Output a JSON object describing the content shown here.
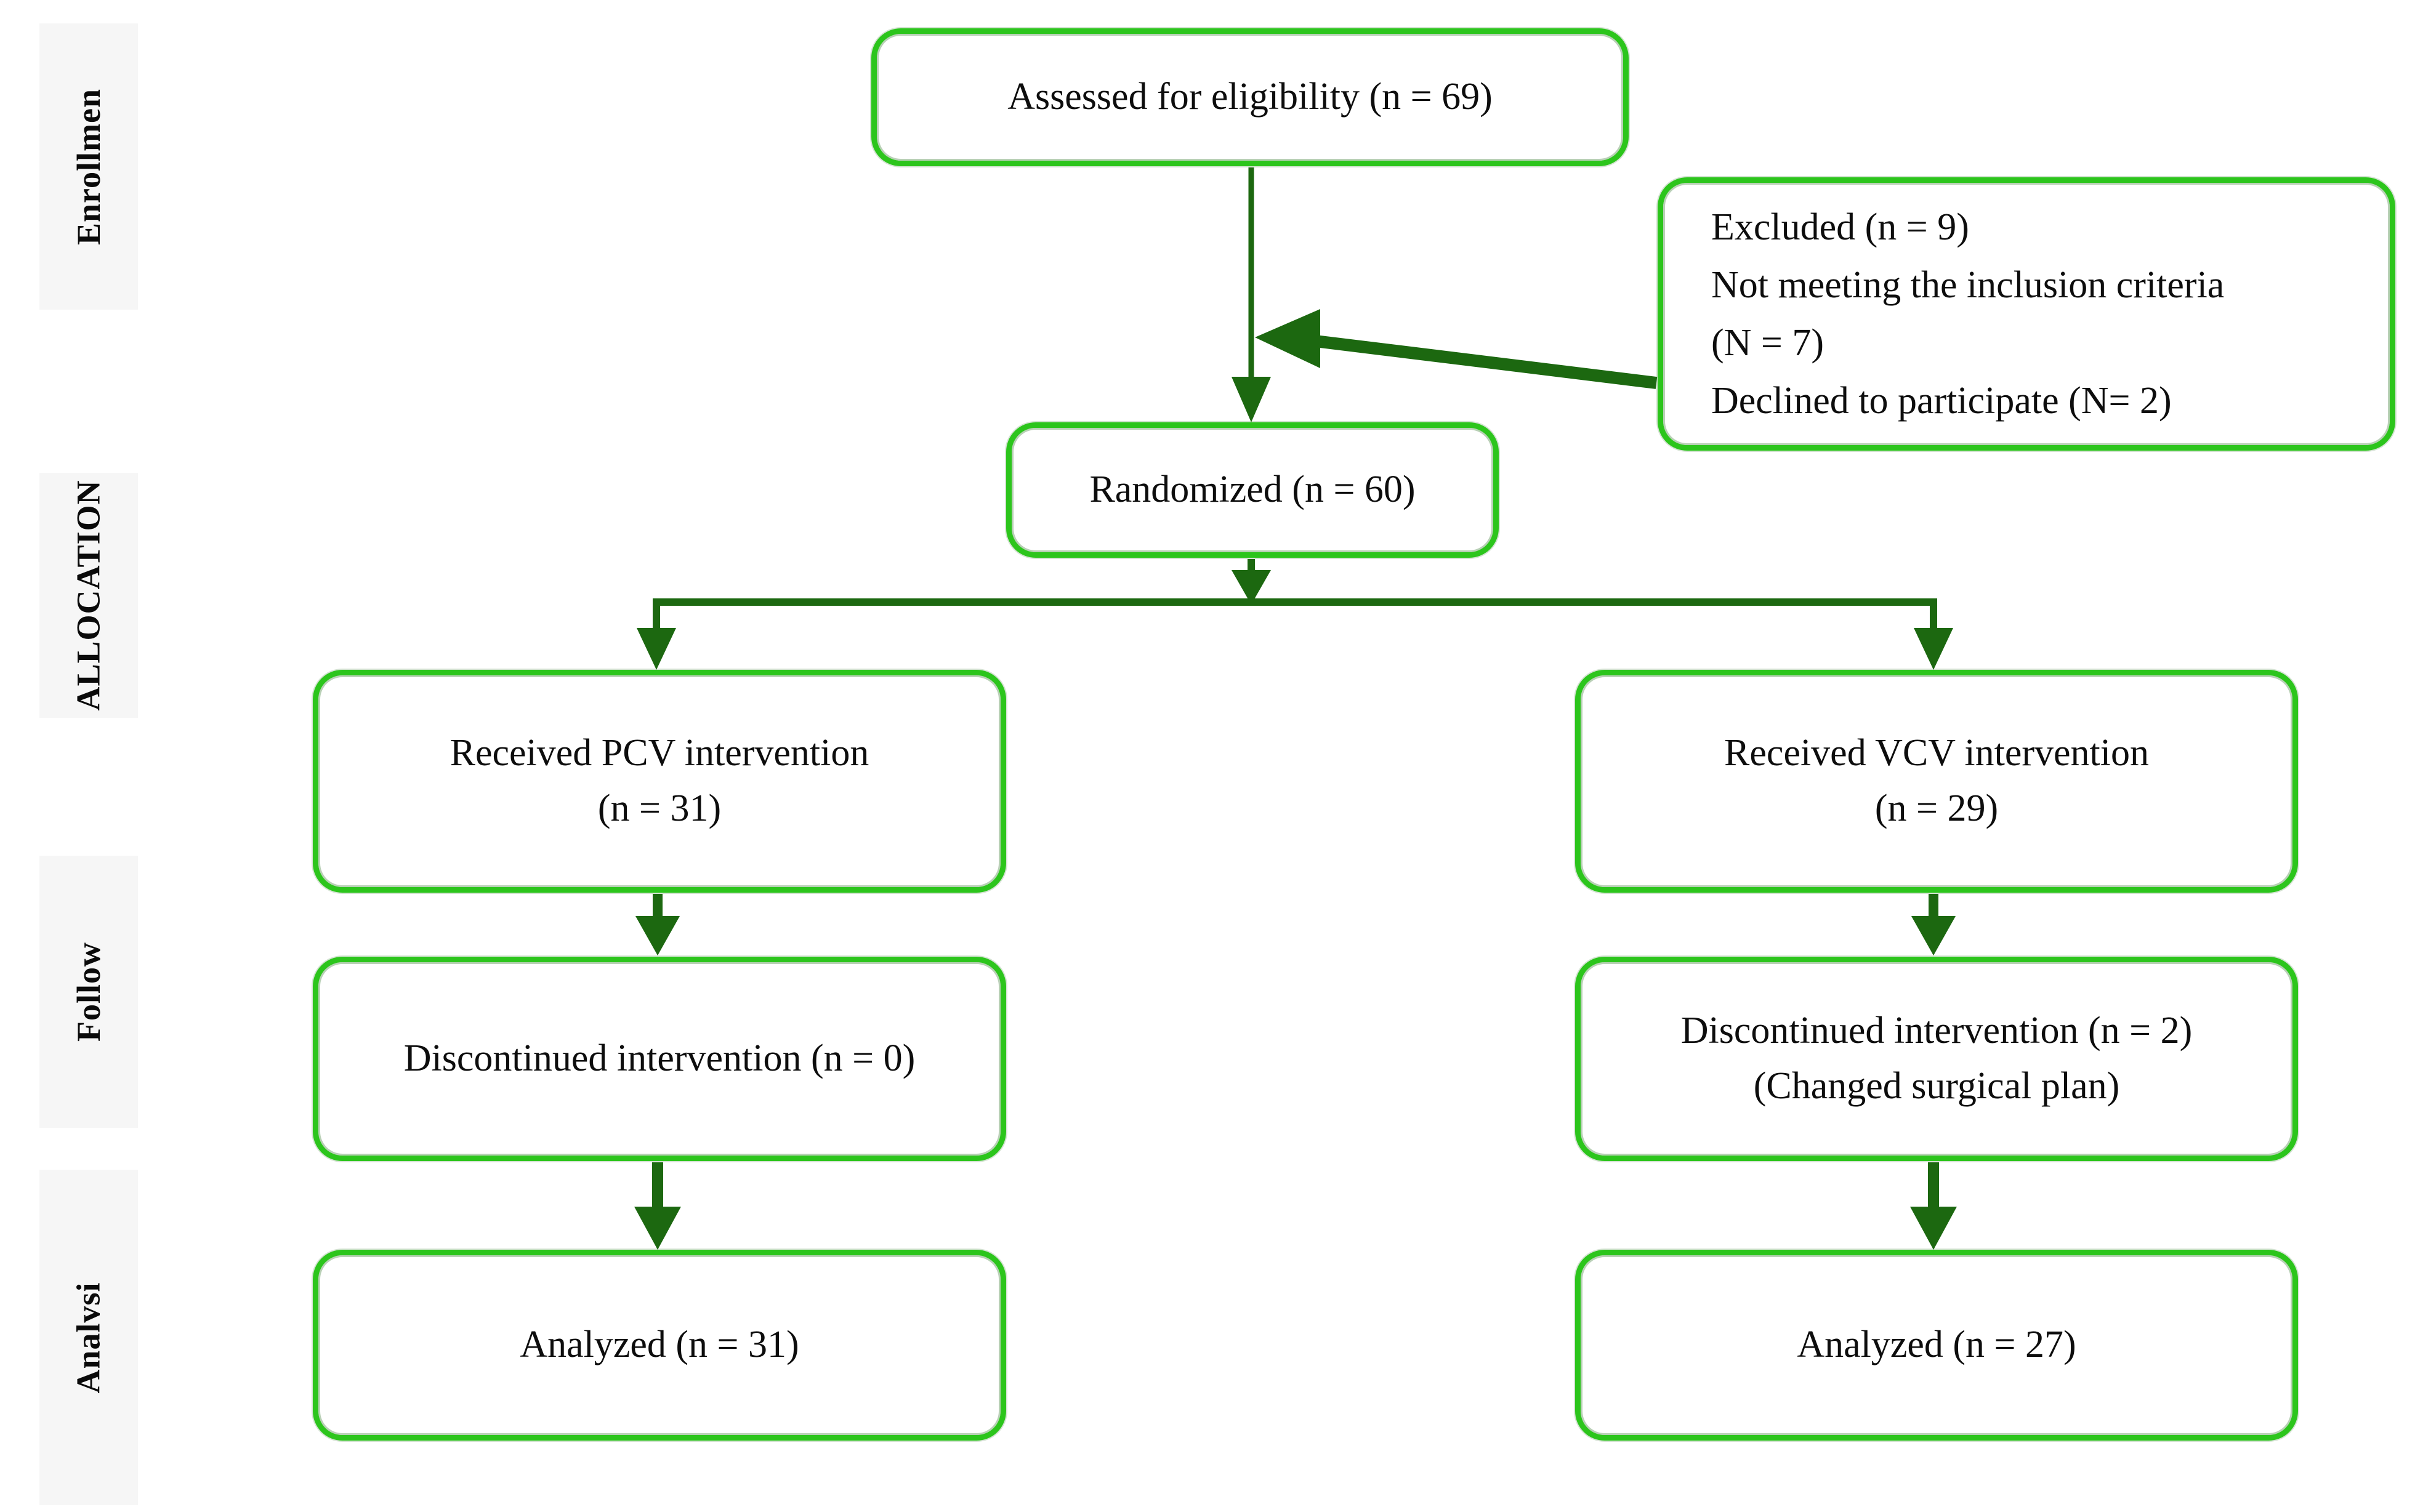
{
  "figure": {
    "type": "consort-flow-diagram"
  },
  "colors": {
    "box_border_green": "#2cc51c",
    "arrow_dark_green": "#1c6810",
    "sidebar_strip_bg": "#f6f6f6",
    "text_color": "#0d0d0d",
    "background": "#ffffff"
  },
  "sidebar": {
    "sections": [
      {
        "label": "Enrollmen"
      },
      {
        "label": "ALLOCATION"
      },
      {
        "label": "Follow"
      },
      {
        "label": "Analvsi"
      }
    ]
  },
  "nodes": {
    "assessed": {
      "text": "Assessed for eligibility (n = 69)"
    },
    "excluded": {
      "lines": [
        "Excluded (n = 9)",
        "Not meeting the inclusion criteria",
        "(N = 7)",
        "Declined to participate (N= 2)"
      ]
    },
    "randomized": {
      "text": "Randomized (n = 60)"
    },
    "received_pcv": {
      "lines": [
        "Received PCV intervention",
        "(n = 31)"
      ]
    },
    "received_vcv": {
      "lines": [
        "Received VCV intervention",
        "(n = 29)"
      ]
    },
    "discontinued_pcv": {
      "text": "Discontinued intervention (n = 0)"
    },
    "discontinued_vcv": {
      "lines": [
        "Discontinued intervention (n = 2)",
        "(Changed surgical plan)"
      ]
    },
    "analyzed_pcv": {
      "text": "Analyzed (n = 31)"
    },
    "analyzed_vcv": {
      "text": "Analyzed (n = 27)"
    }
  }
}
